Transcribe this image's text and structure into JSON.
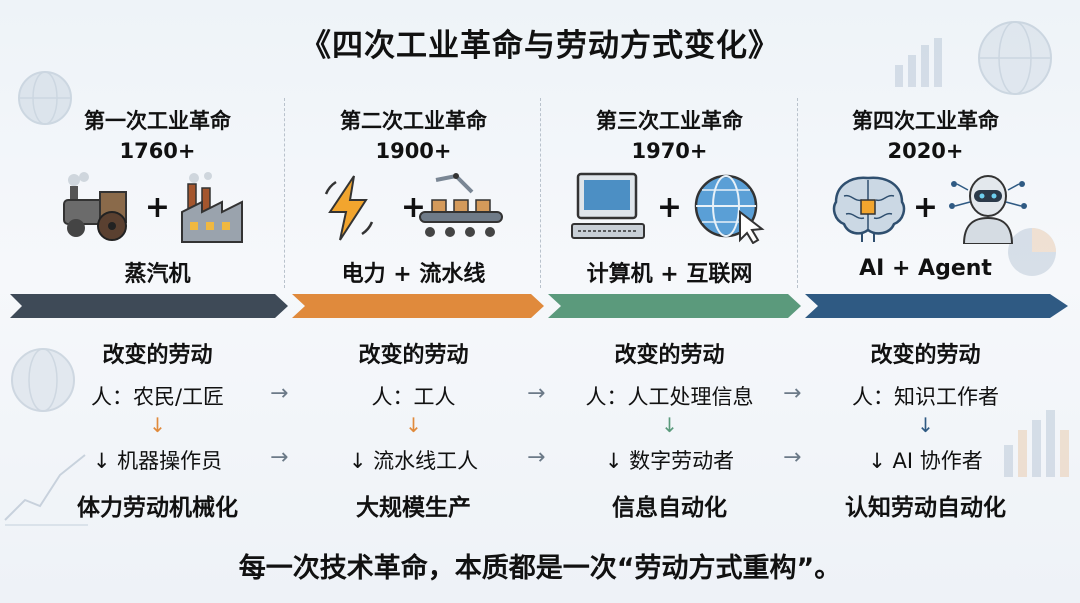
{
  "title": "《四次工业革命与劳动方式变化》",
  "footer": "每一次技术革命，本质都是一次“劳动方式重构”。",
  "colors": {
    "arrow_1": "#3e4a57",
    "arrow_2": "#e08a3c",
    "arrow_3": "#5b9a7c",
    "arrow_4": "#2f5a83",
    "down_1": "#e08a3c",
    "down_2": "#e08a3c",
    "down_3": "#5b9a7c",
    "down_4": "#2f5a83"
  },
  "revolutions": [
    {
      "name": "第一次工业革命",
      "year": "1760+",
      "icons": [
        "steam-engine-icon",
        "factory-icon"
      ],
      "tech": "蒸汽机",
      "change_label": "改变的劳动",
      "from": "人：农民/工匠",
      "down_arrow": "↓",
      "to": "↓ 机器操作员",
      "result": "体力劳动机械化"
    },
    {
      "name": "第二次工业革命",
      "year": "1900+",
      "icons": [
        "lightning-icon",
        "assembly-line-icon"
      ],
      "tech": "电力 + 流水线",
      "change_label": "改变的劳动",
      "from": "人：工人",
      "down_arrow": "↓",
      "to": "↓ 流水线工人",
      "result": "大规模生产"
    },
    {
      "name": "第三次工业革命",
      "year": "1970+",
      "icons": [
        "computer-icon",
        "globe-cursor-icon"
      ],
      "tech": "计算机 + 互联网",
      "change_label": "改变的劳动",
      "from": "人：人工处理信息",
      "down_arrow": "↓",
      "to": "↓ 数字劳动者",
      "result": "信息自动化"
    },
    {
      "name": "第四次工业革命",
      "year": "2020+",
      "icons": [
        "brain-chip-icon",
        "robot-agent-icon"
      ],
      "tech": "AI + Agent",
      "change_label": "改变的劳动",
      "from": "人：知识工作者",
      "down_arrow": "↓",
      "to": "↓ AI 协作者",
      "result": "认知劳动自动化"
    }
  ],
  "plus_sign": "+",
  "flow_arrow": "→"
}
